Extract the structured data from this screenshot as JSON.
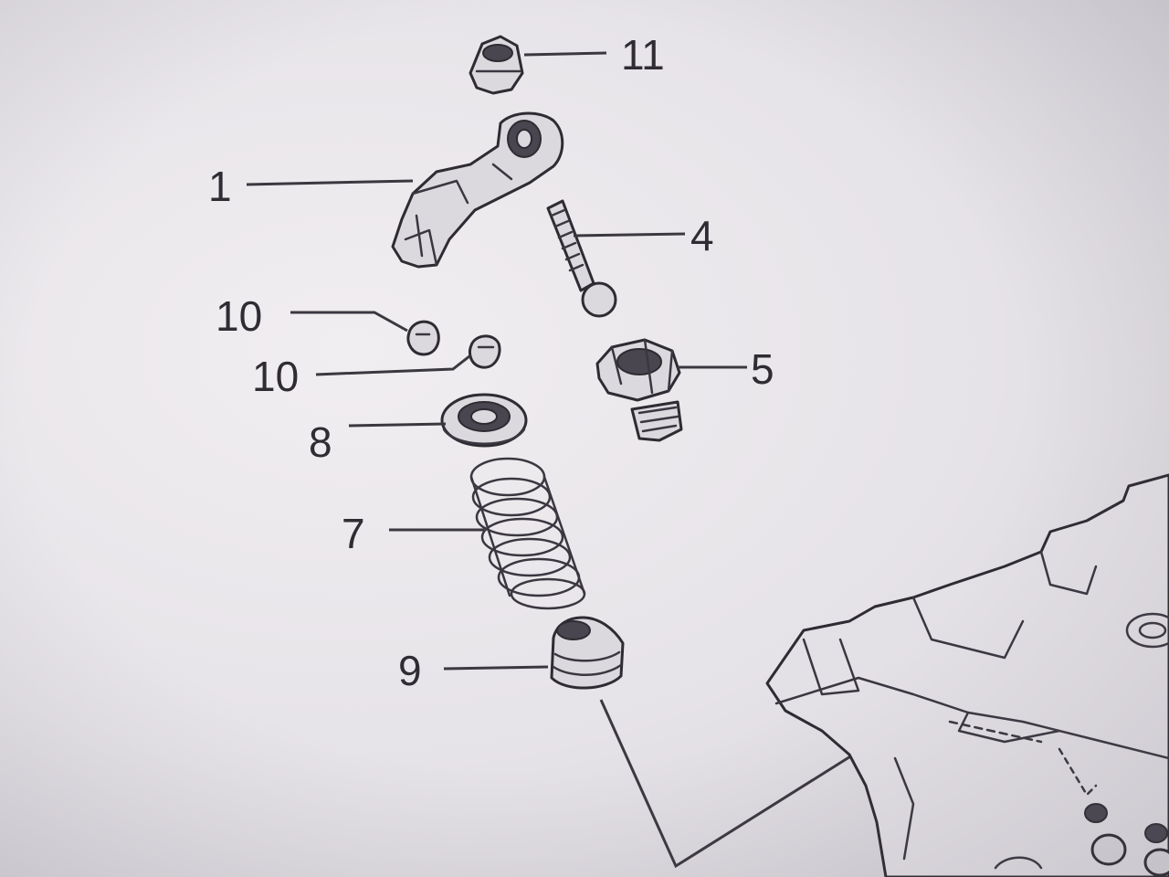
{
  "callouts": {
    "part_11": "11",
    "part_1": "1",
    "part_4": "4",
    "part_10_upper": "10",
    "part_10_lower": "10",
    "part_5": "5",
    "part_8": "8",
    "part_7": "7",
    "part_9": "9"
  }
}
